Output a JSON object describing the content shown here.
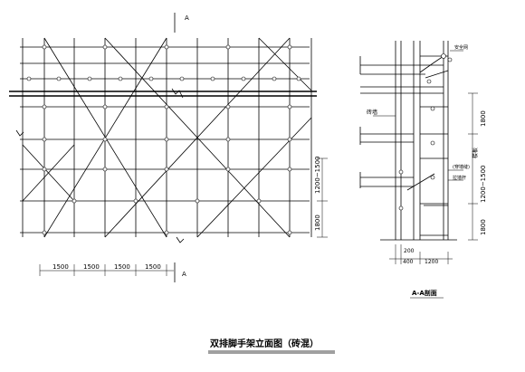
{
  "drawing": {
    "title": "双排脚手架立面图（砖混）",
    "elevation": {
      "section_mark_top": "A",
      "section_mark_bottom": "A",
      "bottom_dims": [
        "1500",
        "1500",
        "1500",
        "1500"
      ],
      "right_dims": [
        "1200~1500",
        "1800"
      ]
    },
    "section": {
      "caption": "A-A剖面",
      "label_safety_net": "安全网",
      "label_brick_wall": "砖墙",
      "label_floor": "楼板",
      "label_scissor": "(穿墙缝)",
      "label_tie": "拉墙杆",
      "right_dims": [
        "1800",
        "1200~1500",
        "1800"
      ],
      "bottom_dim_200": "200",
      "bottom_dim_400": "400",
      "bottom_dim_1200": "1200"
    }
  }
}
